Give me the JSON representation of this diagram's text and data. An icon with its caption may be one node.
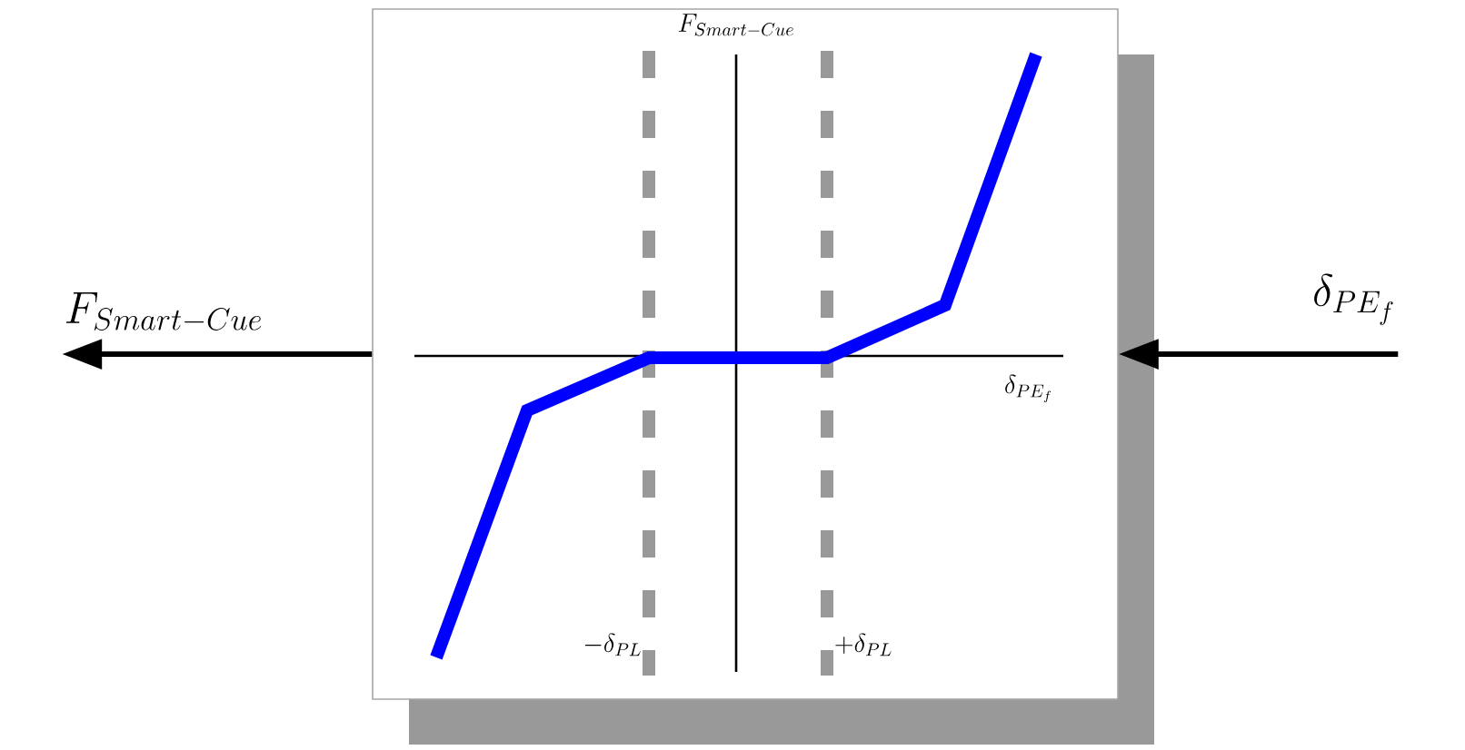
{
  "diagram": {
    "nodes": [
      {
        "text": [
          "\\delta_{PE_f}"
        ]
      },
      {
        "text": [],
        "shape": "box"
      },
      {
        "text": [
          "F_{Smart-Cue}"
        ]
      }
    ],
    "edges": [
      {
        "from": 0,
        "to": 1,
        "arrow": "to"
      },
      {
        "from": 1,
        "to": 2,
        "arrow": "to"
      }
    ],
    "labels": [
      "F_{Smart-Cue}",
      "\\delta_{PE_f}",
      "-\\delta_{PL}",
      "+\\delta_{PL}"
    ]
  }
}
